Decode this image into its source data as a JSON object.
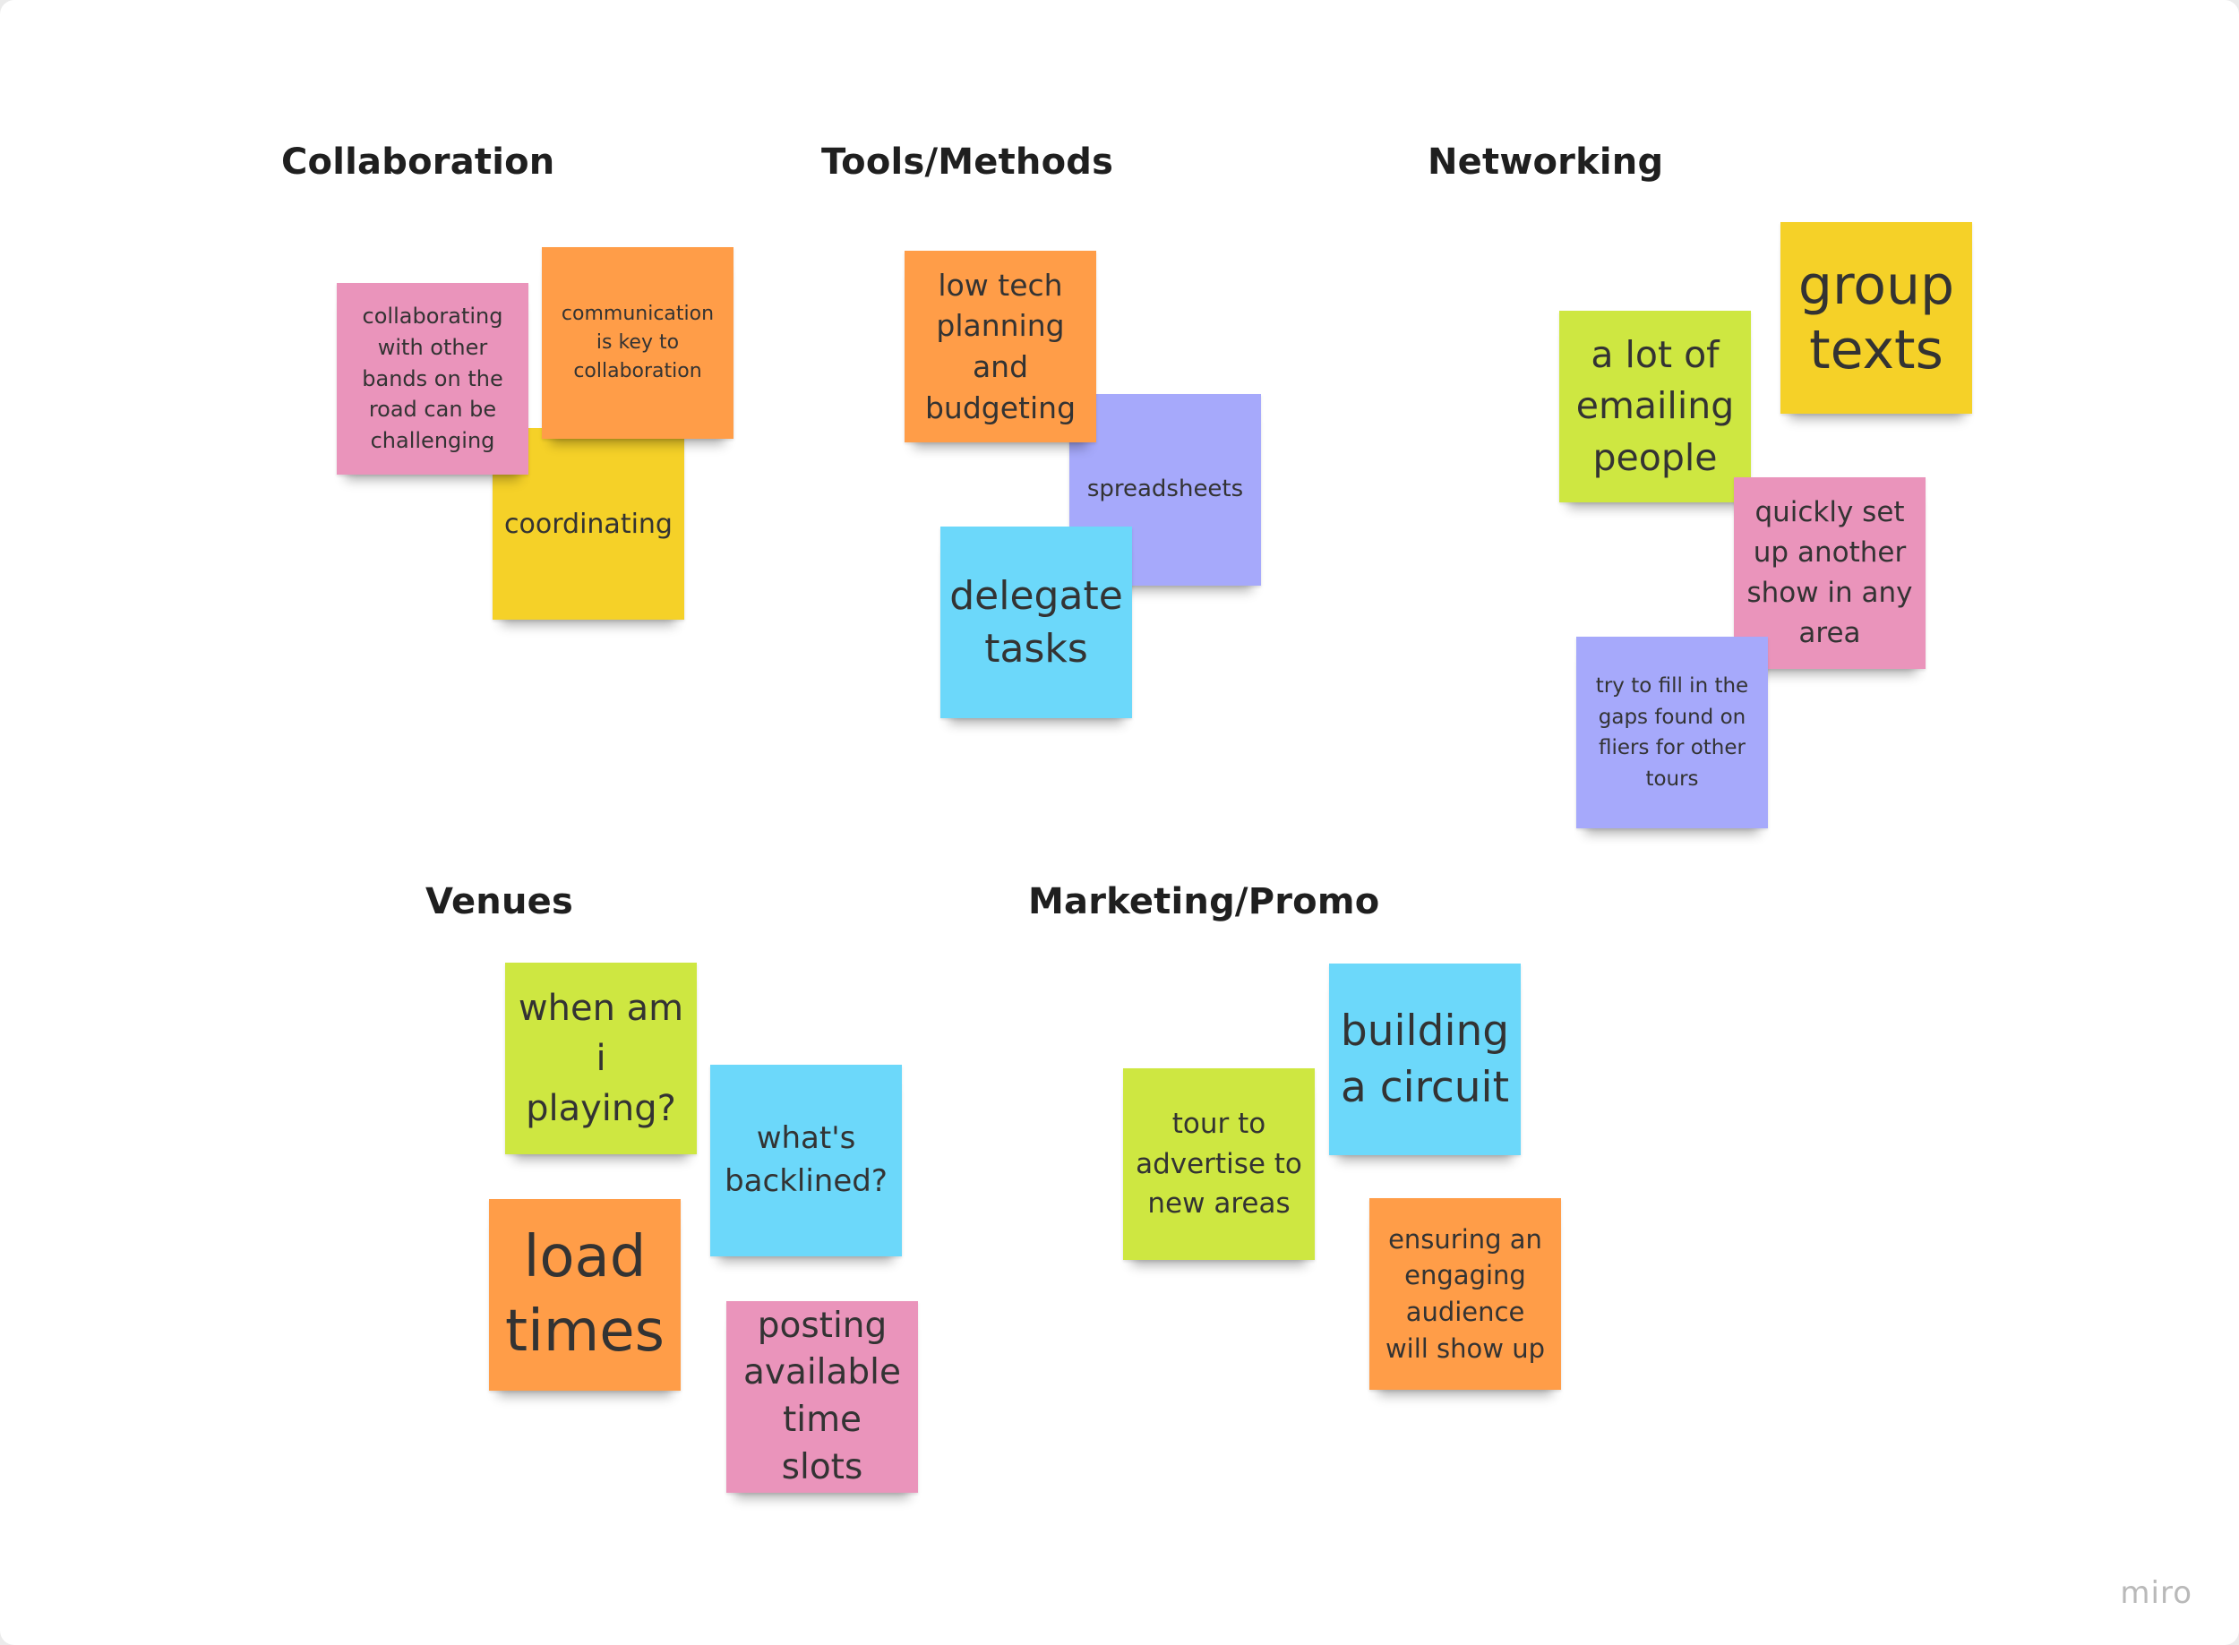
{
  "board": {
    "brand": "miro",
    "colors": {
      "pink": "#ea94bb",
      "orange": "#ff9d48",
      "yellow": "#f5d128",
      "purple": "#a6a9fb",
      "cyan": "#6cd8fa",
      "green": "#cee741"
    }
  },
  "groups": {
    "collaboration": {
      "title": "Collaboration",
      "notes": [
        "collaborating with other bands on the road can be challenging",
        "communication is key to collaboration",
        "coordinating"
      ]
    },
    "tools": {
      "title": "Tools/Methods",
      "notes": [
        "low tech planning and budgeting",
        "spreadsheets",
        "delegate tasks"
      ]
    },
    "networking": {
      "title": "Networking",
      "notes": [
        "group texts",
        "a lot of emailing people",
        "quickly set up another show in any area",
        "try to fill in the gaps found on fliers for other tours"
      ]
    },
    "venues": {
      "title": "Venues",
      "notes": [
        "when am i playing?",
        "what's backlined?",
        "load times",
        "posting available time slots"
      ]
    },
    "marketing": {
      "title": "Marketing/Promo",
      "notes": [
        "building a circuit",
        "tour to advertise to new areas",
        "ensuring an engaging audience will show up"
      ]
    }
  }
}
